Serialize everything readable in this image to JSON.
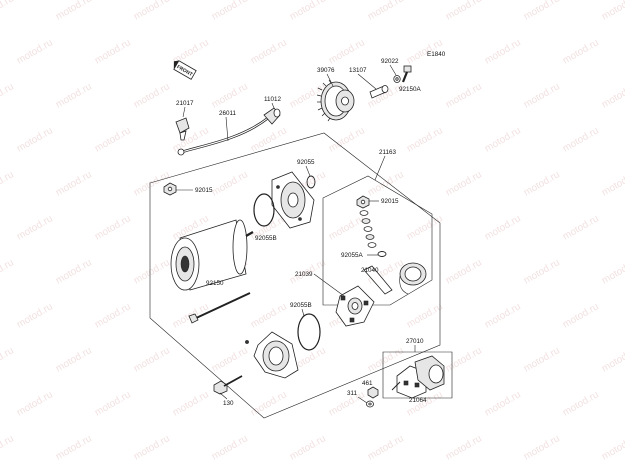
{
  "diagram": {
    "code": "E1840",
    "front_badge": "FRONT",
    "watermark": "motod.ru",
    "labels": {
      "p39076": "39076",
      "p13107": "13107",
      "p92022": "92022",
      "p92150a": "92150A",
      "p21017": "21017",
      "p26011": "26011",
      "p11012": "11012",
      "p92055": "92055",
      "p21163": "21163",
      "p92015_left": "92015",
      "p92055b_top": "92055B",
      "p92015_right": "92015",
      "p92055a": "92055A",
      "p21039": "21039",
      "p21040": "21040",
      "p92150": "92150",
      "p92055b_bottom": "92055B",
      "p27010": "27010",
      "p461": "461",
      "p311": "311",
      "p21064": "21064",
      "p130": "130"
    }
  }
}
